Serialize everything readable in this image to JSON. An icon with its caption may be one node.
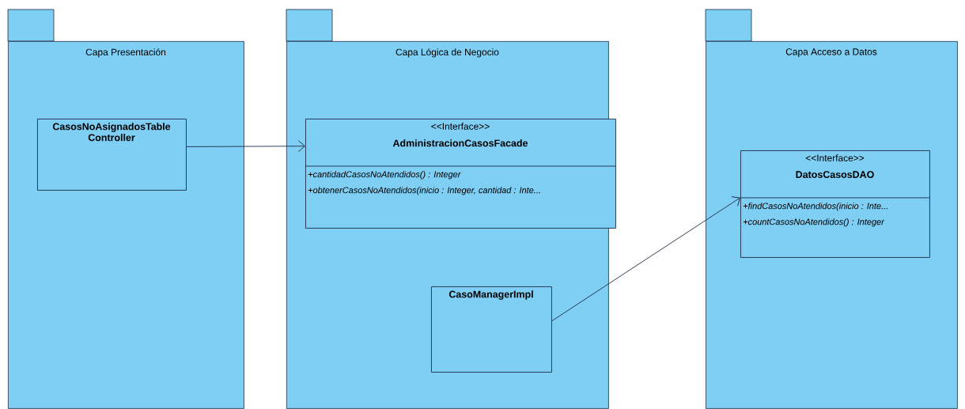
{
  "diagram": {
    "nodes": [
      {
        "text": [
          "Capa Presentación"
        ]
      },
      {
        "text": [
          "Capa Lógica de Negocio"
        ]
      },
      {
        "text": [
          "Capa Acceso a Datos"
        ]
      },
      {
        "text": [
          "CasosNoAsignadosTable Controller"
        ],
        "in": 0
      },
      {
        "text": [
          "<<Interface>>",
          "AdministracionCasosFacade",
          "+cantidadCasosNoAtendidos() : Integer",
          "+obtenerCasosNoAtendidos(inicio : Integer, cantidad : Inte..."
        ],
        "in": 1
      },
      {
        "text": [
          "<<Interface>>",
          "DatosCasosDAO",
          "+findCasosNoAtendidos(inicio : Inte...",
          "+countCasosNoAtendidos() : Integer"
        ],
        "in": 2
      },
      {
        "text": [
          "CasoManagerImpl"
        ],
        "in": 1
      }
    ],
    "edges": [
      {
        "from": 3,
        "to": 4,
        "arrow": "to"
      },
      {
        "from": 6,
        "to": 5,
        "arrow": "to"
      }
    ]
  }
}
